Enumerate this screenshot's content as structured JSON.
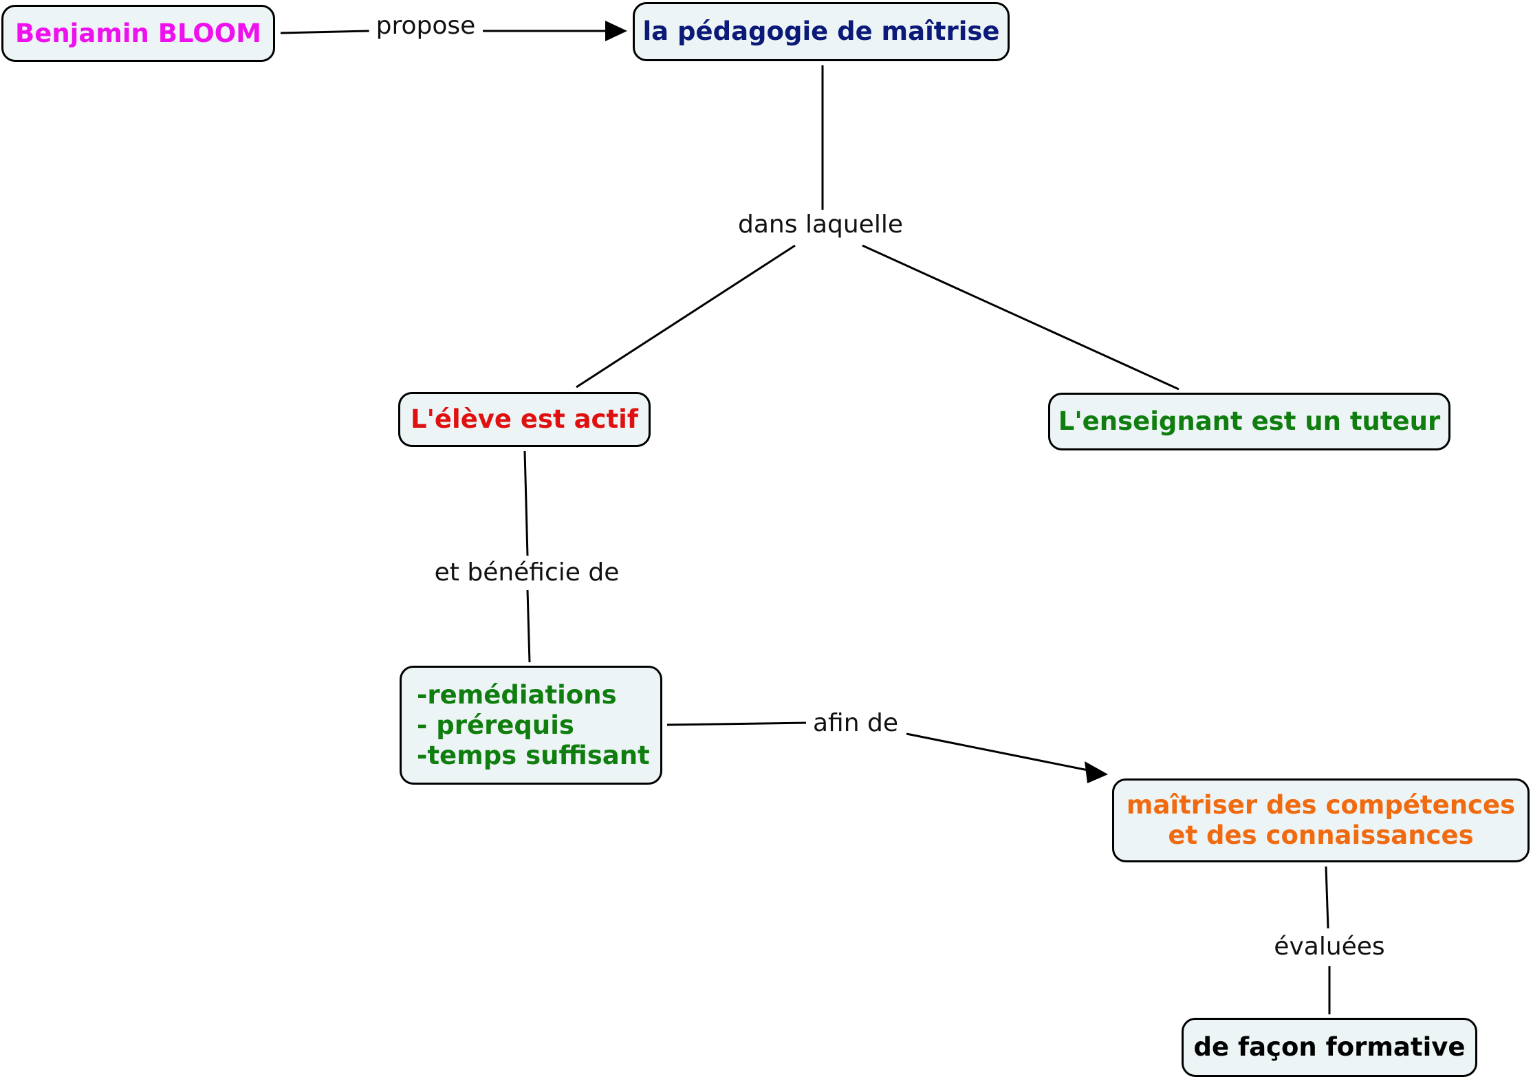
{
  "concept_map": {
    "nodes": {
      "bloom": {
        "text": "Benjamin BLOOM",
        "color": "#ee11ee"
      },
      "pedagogie": {
        "text": "la pédagogie de maîtrise",
        "color": "#0b1a78"
      },
      "eleve": {
        "text": "L'élève est actif",
        "color": "#e01010"
      },
      "enseignant": {
        "text": "L'enseignant est un tuteur",
        "color": "#0f7e0f"
      },
      "remediations": {
        "lines": [
          "-remédiations",
          "- prérequis",
          "-temps suffisant"
        ],
        "color": "#0f7e0f"
      },
      "maitriser": {
        "lines": [
          "maîtriser des compétences",
          "et des connaissances"
        ],
        "color": "#f06a10"
      },
      "facon": {
        "text": "de façon formative",
        "color": "#000000"
      }
    },
    "links": {
      "propose": "propose",
      "dans_laquelle": "dans laquelle",
      "beneficie": "et bénéficie de",
      "afin_de": "afin de",
      "evaluees": "évaluées"
    }
  }
}
